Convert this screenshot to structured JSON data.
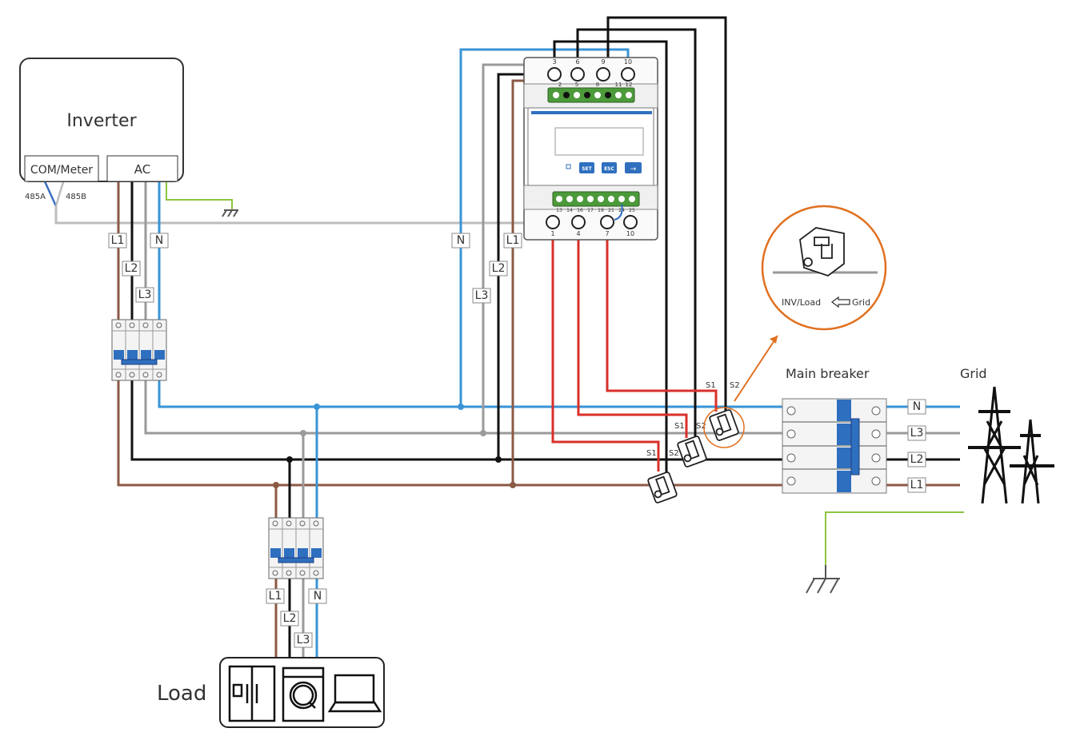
{
  "diagram": {
    "title": "Three-phase meter wiring diagram",
    "colors": {
      "L1": "#8b5a45",
      "L2": "#111111",
      "L3": "#9a9a9a",
      "N": "#3a94d6",
      "PE": "#8cc63f",
      "ct_signal": "#d9302a",
      "comm": "#bdbdbd",
      "callout": "#e07020",
      "meter_accent": "#2f6fbf",
      "terminal_green": "#4c9a3a"
    },
    "inverter": {
      "title": "Inverter",
      "port_com": "COM/Meter",
      "port_ac": "AC",
      "rs485_a": "485A",
      "rs485_b": "485B"
    },
    "meter": {
      "top_screw_terminals": [
        "3",
        "6",
        "9",
        "10"
      ],
      "top_block_terminals": [
        "2",
        "5",
        "8",
        "11",
        "12"
      ],
      "bottom_block_terminals": [
        "13",
        "14",
        "16",
        "17",
        "19",
        "21",
        "24",
        "25"
      ],
      "bottom_screw_terminals": [
        "1",
        "4",
        "7",
        "10"
      ],
      "buttons": [
        "SET",
        "ESC",
        "→"
      ]
    },
    "phase_tags": {
      "inverter": [
        "L1",
        "L2",
        "L3",
        "N"
      ],
      "meter": [
        "N",
        "L3",
        "L2",
        "L1"
      ],
      "load": [
        "L1",
        "L2",
        "L3",
        "N"
      ],
      "grid": [
        "N",
        "L3",
        "L2",
        "L1"
      ]
    },
    "ct": {
      "s1": "S1",
      "s2": "S2",
      "callout_inv_load": "INV/Load",
      "callout_grid": "Grid"
    },
    "main_breaker_label": "Main breaker",
    "grid_label": "Grid",
    "load_label": "Load",
    "load_devices": [
      "refrigerator-icon",
      "washing-machine-icon",
      "laptop-icon"
    ]
  }
}
